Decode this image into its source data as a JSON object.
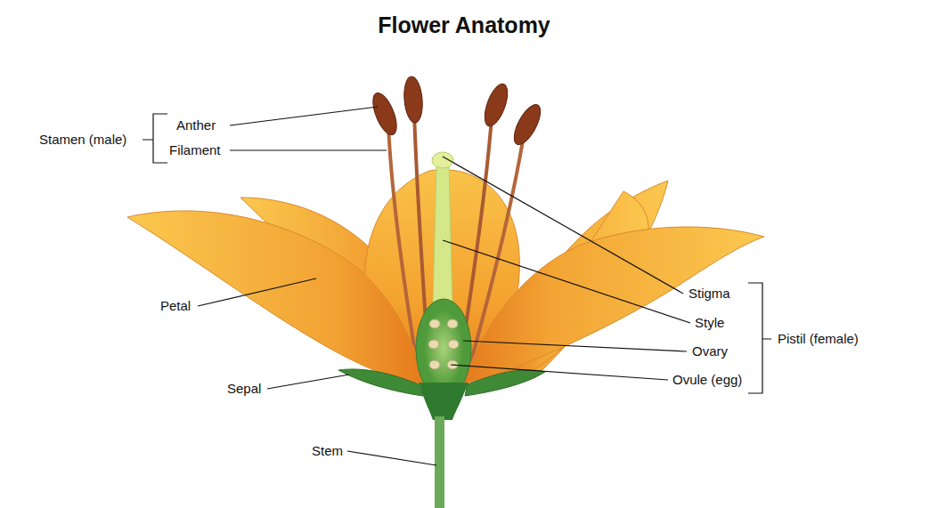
{
  "diagram": {
    "title": "Flower Anatomy",
    "labels": [
      "Stamen (male)",
      "Anther",
      "Filament",
      "Petal",
      "Sepal",
      "Stem",
      "Stigma",
      "Style",
      "Ovary",
      "Ovule (egg)",
      "Pistil (female)"
    ]
  }
}
